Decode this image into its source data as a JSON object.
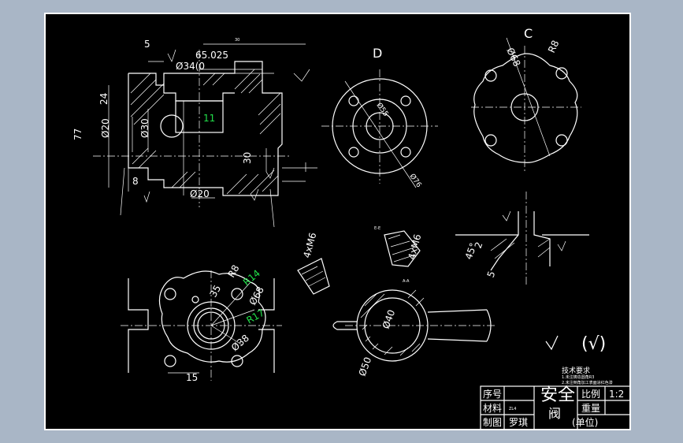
{
  "views": {
    "d_label": "D",
    "c_label": "C",
    "roughness_sym": "(√)",
    "sec_a_label": "A-A",
    "sec_b_label": "E-E"
  },
  "dims": {
    "d5": "5",
    "d30_top": "30",
    "d65": "65.025",
    "d34": "Ø34(0",
    "d24": "24",
    "d77": "77",
    "d20a": "Ø20",
    "d30a": "Ø30",
    "d30b": "30",
    "d20b": "Ø20",
    "d8": "8",
    "d11": "11",
    "d55": "Ø55",
    "d76": "Ø76",
    "d68c": "Ø68",
    "r8c": "R8",
    "r8v": "R8",
    "r14": "R14",
    "d68v": "Ø68",
    "r17": "R17",
    "d38": "Ø38",
    "d35": "35",
    "d15": "15",
    "m6a": "4xM6",
    "m6b": "4xM6",
    "d40": "Ø40",
    "d50": "Ø50",
    "d45": "45°",
    "d2": "2",
    "d5b": "5"
  },
  "notes": {
    "title": "技术要求",
    "line1": "1.未注铸造圆角R3",
    "line2": "2.未注倒角加工表面涂红色漆"
  },
  "title_block": {
    "seq": "序号",
    "material": "材料",
    "material_val": "ZL4",
    "drawn": "制图",
    "author": "罗琪",
    "name_line1": "安全",
    "name_line2": "阀",
    "scale_label": "比例",
    "scale_val": "1:2",
    "weight": "重量",
    "unit": "(单位)"
  }
}
